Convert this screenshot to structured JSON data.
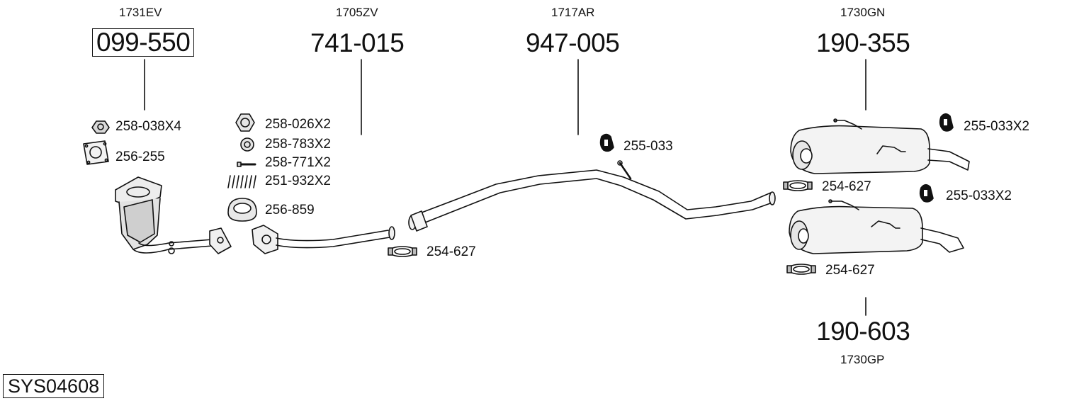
{
  "system_id": "SYS04608",
  "assemblies": [
    {
      "ref": "1731EV",
      "number": "099-550"
    },
    {
      "ref": "1705ZV",
      "number": "741-015"
    },
    {
      "ref": "1717AR",
      "number": "947-005"
    },
    {
      "ref": "1730GN",
      "number": "190-355"
    },
    {
      "ref": "1730GP",
      "number": "190-603"
    }
  ],
  "parts": [
    "258-038X4",
    "256-255",
    "258-026X2",
    "258-783X2",
    "258-771X2",
    "251-932X2",
    "256-859",
    "254-627",
    "255-033",
    "255-033X2",
    "254-627",
    "255-033X2",
    "254-627"
  ]
}
